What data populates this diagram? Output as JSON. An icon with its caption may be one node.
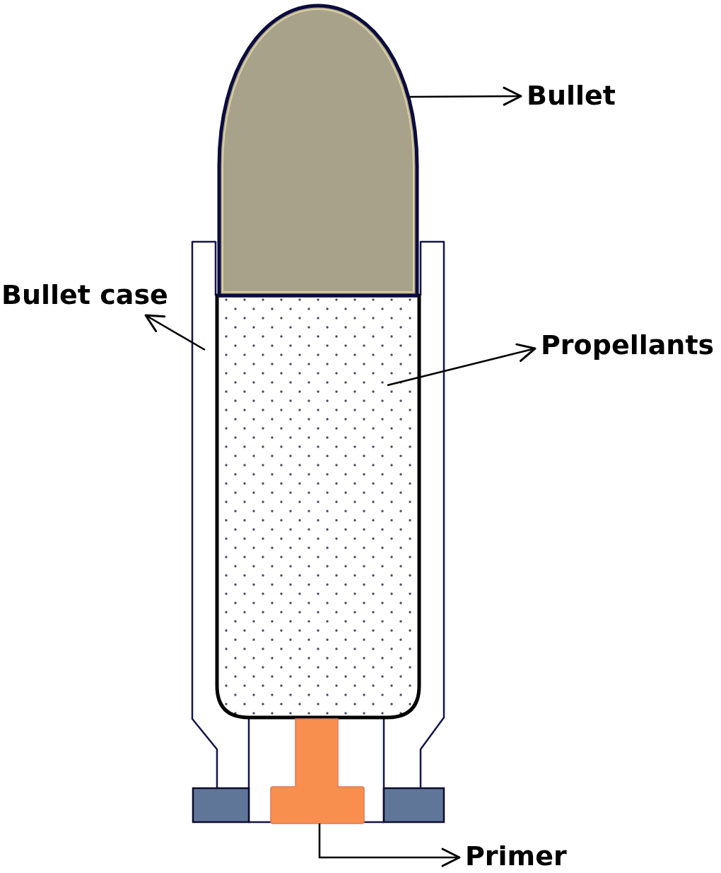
{
  "diagram": {
    "nodes": [
      {
        "text": [
          "Bullet"
        ]
      },
      {
        "text": [],
        "shape": "arch"
      },
      {
        "text": [
          "Bullet case"
        ]
      },
      {
        "text": [],
        "shape": "picture"
      },
      {
        "text": [
          "Propellants"
        ]
      },
      {
        "text": [],
        "shape": "box",
        "in": 3
      },
      {
        "text": [],
        "shape": "picture",
        "in": 3
      },
      {
        "text": [
          "Primer"
        ]
      }
    ],
    "edges": [
      {
        "from": 1,
        "to": 0,
        "arrow": "to"
      },
      {
        "from": 3,
        "to": 2,
        "arrow": "to"
      },
      {
        "from": 5,
        "to": 4,
        "arrow": "to"
      },
      {
        "from": 6,
        "to": 7,
        "arrow": "to"
      }
    ]
  }
}
